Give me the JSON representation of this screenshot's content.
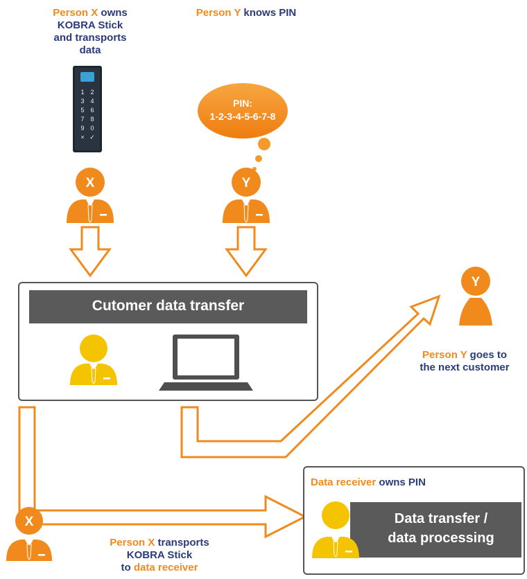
{
  "person_x_label": {
    "name": "Person X",
    "rest": " owns",
    "line2": "KOBRA Stick",
    "line3": "and transports",
    "line4": "data"
  },
  "person_y_label": {
    "name": "Person Y",
    "rest": " knows PIN"
  },
  "pin_bubble": {
    "title": "PIN:",
    "code": "1-2-3-4-5-6-7-8"
  },
  "stick_keys": [
    "1",
    "2",
    "3",
    "4",
    "5",
    "6",
    "7",
    "8",
    "9",
    "0",
    "×",
    "✓"
  ],
  "avatar_x_letter": "X",
  "avatar_y_letter": "Y",
  "transfer_box": {
    "title": "Cutomer data transfer"
  },
  "next_customer_label": {
    "name": "Person Y",
    "rest": " goes to",
    "line2": "the next customer"
  },
  "receiver_box": {
    "heading_a": "Data receiver",
    "heading_b": " owns PIN",
    "line1": "Data transfer /",
    "line2": "data processing"
  },
  "transport_label": {
    "name": "Person X",
    "rest": " transports",
    "line2": "KOBRA Stick",
    "line3_a": "to ",
    "line3_b": "data receiver"
  },
  "colors": {
    "orange": "#f08a1c",
    "navy": "#2b3a7a",
    "yellow": "#f5c400",
    "dark_bar": "#5a5a5a",
    "frame": "#555555"
  },
  "icons": [
    "kobra-stick-icon",
    "person-icon",
    "laptop-icon",
    "thought-bubble-icon",
    "arrow-icon"
  ]
}
